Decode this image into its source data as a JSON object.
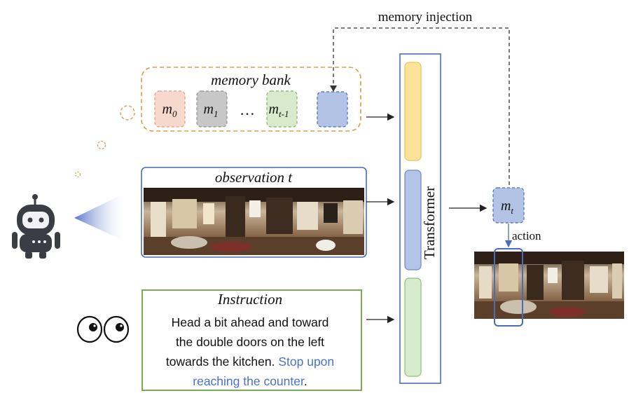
{
  "memory_bank": {
    "title": "memory bank",
    "slots": [
      {
        "base": "m",
        "sub": "0",
        "color": "#f6d8cc",
        "border": "#e59a7f"
      },
      {
        "base": "m",
        "sub": "1",
        "color": "#c7c7c7",
        "border": "#8e8e8e"
      },
      {
        "base": "m",
        "sub": "t-1",
        "color": "#d7ebcc",
        "border": "#7eb163"
      }
    ],
    "ellipsis": "…",
    "injected_slot_color": "#b3c3e6",
    "border_color": "#d4a04a"
  },
  "memory_injection_label": "memory injection",
  "observation": {
    "title": "observation t",
    "border_color": "#4b6cb7"
  },
  "instruction": {
    "title": "Instruction",
    "text_black": "Head a bit ahead and toward the double doors on the left towards the kitchen.",
    "lines": [
      "Head a bit ahead and toward",
      "the double doors on the left",
      "towards the kitchen."
    ],
    "highlight_lines": [
      "Stop upon",
      "reaching the counter"
    ],
    "trailing": ".",
    "highlight_color": "#4a72c4",
    "border_color": "#7aaa57"
  },
  "transformer": {
    "label": "Transformer",
    "border_color": "#4b6cb7",
    "bars": [
      {
        "role": "memory",
        "color": "#fbe39a",
        "border": "#e9c35c"
      },
      {
        "role": "observation",
        "color": "#b4c4e9",
        "border": "#6f86c4"
      },
      {
        "role": "instruction",
        "color": "#d7eccd",
        "border": "#8fbf75"
      }
    ]
  },
  "output": {
    "base": "m",
    "sub": "t",
    "color": "#b3c3e6",
    "action_label": "action"
  },
  "colors": {
    "arrow": "#222222",
    "dashed_line": "#333333",
    "robot_body": "#3a3d44",
    "robot_face": "#f2f2f2",
    "view_cone": "#5b78c9"
  }
}
